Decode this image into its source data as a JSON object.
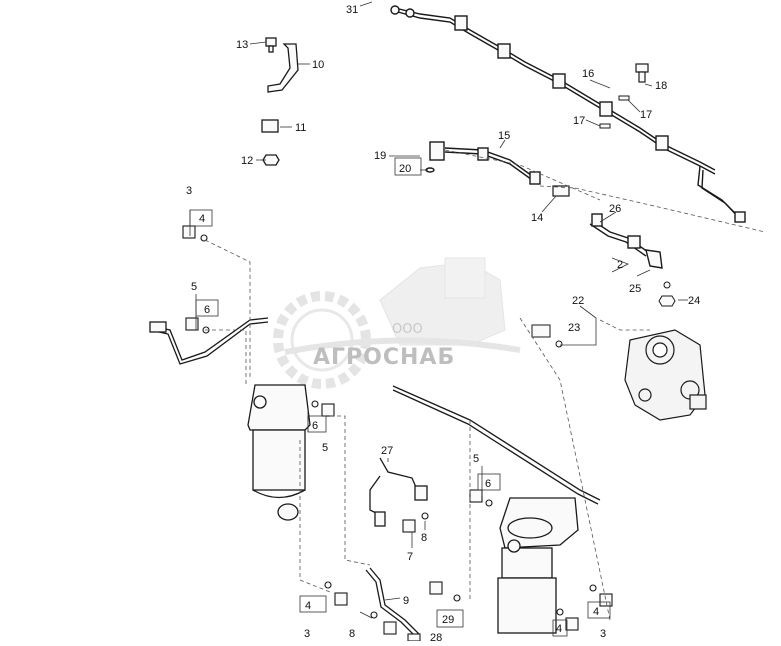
{
  "callouts": [
    {
      "id": "c31",
      "text": "31"
    },
    {
      "id": "c13",
      "text": "13"
    },
    {
      "id": "c10",
      "text": "10"
    },
    {
      "id": "c11",
      "text": "11"
    },
    {
      "id": "c12",
      "text": "12"
    },
    {
      "id": "c16",
      "text": "16"
    },
    {
      "id": "c18",
      "text": "18"
    },
    {
      "id": "c17a",
      "text": "17"
    },
    {
      "id": "c17b",
      "text": "17"
    },
    {
      "id": "c15",
      "text": "15"
    },
    {
      "id": "c19",
      "text": "19"
    },
    {
      "id": "c20",
      "text": "20"
    },
    {
      "id": "c14",
      "text": "14"
    },
    {
      "id": "c26",
      "text": "26"
    },
    {
      "id": "c2",
      "text": "2"
    },
    {
      "id": "c25",
      "text": "25"
    },
    {
      "id": "c24",
      "text": "24"
    },
    {
      "id": "c22",
      "text": "22"
    },
    {
      "id": "c23",
      "text": "23"
    },
    {
      "id": "c3a",
      "text": "3"
    },
    {
      "id": "c4a",
      "text": "4"
    },
    {
      "id": "c5a",
      "text": "5"
    },
    {
      "id": "c6a",
      "text": "6"
    },
    {
      "id": "c6b",
      "text": "6"
    },
    {
      "id": "c5b",
      "text": "5"
    },
    {
      "id": "c27",
      "text": "27"
    },
    {
      "id": "c5c",
      "text": "5"
    },
    {
      "id": "c6c",
      "text": "6"
    },
    {
      "id": "c7",
      "text": "7"
    },
    {
      "id": "c8a",
      "text": "8"
    },
    {
      "id": "c9",
      "text": "9"
    },
    {
      "id": "c4b",
      "text": "4"
    },
    {
      "id": "c3b",
      "text": "3"
    },
    {
      "id": "c8b",
      "text": "8"
    },
    {
      "id": "c28",
      "text": "28"
    },
    {
      "id": "c29",
      "text": "29"
    },
    {
      "id": "c4c",
      "text": "4"
    },
    {
      "id": "c4d",
      "text": "4"
    },
    {
      "id": "c3c",
      "text": "3"
    }
  ],
  "watermark": {
    "brand": "ООО",
    "name": "АГРОСНАБ",
    "color": "#c8c8c8"
  },
  "colors": {
    "line": "#1a1a1a",
    "leader": "#555555",
    "part_fill": "#f4f4f4"
  }
}
